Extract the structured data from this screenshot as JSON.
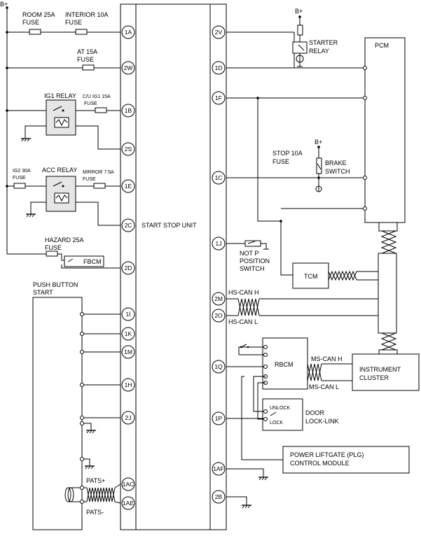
{
  "power": {
    "b_plus": "B+"
  },
  "fuses": {
    "room": [
      "ROOM 25A",
      "FUSE"
    ],
    "interior": [
      "INTERIOR 10A",
      "FUSE"
    ],
    "at": [
      "AT 15A",
      "FUSE"
    ],
    "cu_ig1": [
      "C/U IG1 15A",
      "FUSE"
    ],
    "ig2": [
      "IG2 30A",
      "FUSE"
    ],
    "mirror": [
      "MIRROR 7.5A",
      "FUSE"
    ],
    "hazard": [
      "HAZARD 25A",
      "FUSE"
    ],
    "stop": [
      "STOP 10A",
      "FUSE"
    ]
  },
  "relays": {
    "ig1": "IG1 RELAY",
    "acc": "ACC RELAY",
    "starter": [
      "STARTER",
      "RELAY"
    ]
  },
  "components": {
    "start_stop_unit": "START STOP UNIT",
    "pcm": "PCM",
    "tcm": "TCM",
    "fbcm": "FBCM",
    "rbcm": "RBCM",
    "instrument_cluster": [
      "INSTRUMENT",
      "CLUSTER"
    ],
    "push_button_start": [
      "PUSH BUTTON",
      "START"
    ],
    "brake_switch": [
      "BRAKE",
      "SWITCH"
    ],
    "not_p_switch": [
      "NOT P",
      "POSITION",
      "SWITCH"
    ],
    "door_lock_link": [
      "DOOR",
      "LOCK-LINK"
    ],
    "unlock": "UNLOCK",
    "lock": "LOCK",
    "plg_module": [
      "POWER LIFTGATE (PLG)",
      "CONTROL MODULE"
    ]
  },
  "buses": {
    "hs_can_h": "HS-CAN H",
    "hs_can_l": "HS-CAN L",
    "ms_can_h": "MS-CAN H",
    "ms_can_l": "MS-CAN L",
    "pats_plus": "PATS+",
    "pats_minus": "PATS-"
  },
  "pins": {
    "left": [
      "1A",
      "2W",
      "1B",
      "2S",
      "1E",
      "2C",
      "2D",
      "1I",
      "1K",
      "1M",
      "1H",
      "2J",
      "1AC",
      "1AE"
    ],
    "right": [
      "2V",
      "1D",
      "1F",
      "1C",
      "1J",
      "2M",
      "2O",
      "1Q",
      "1P",
      "1AF",
      "2B"
    ]
  }
}
